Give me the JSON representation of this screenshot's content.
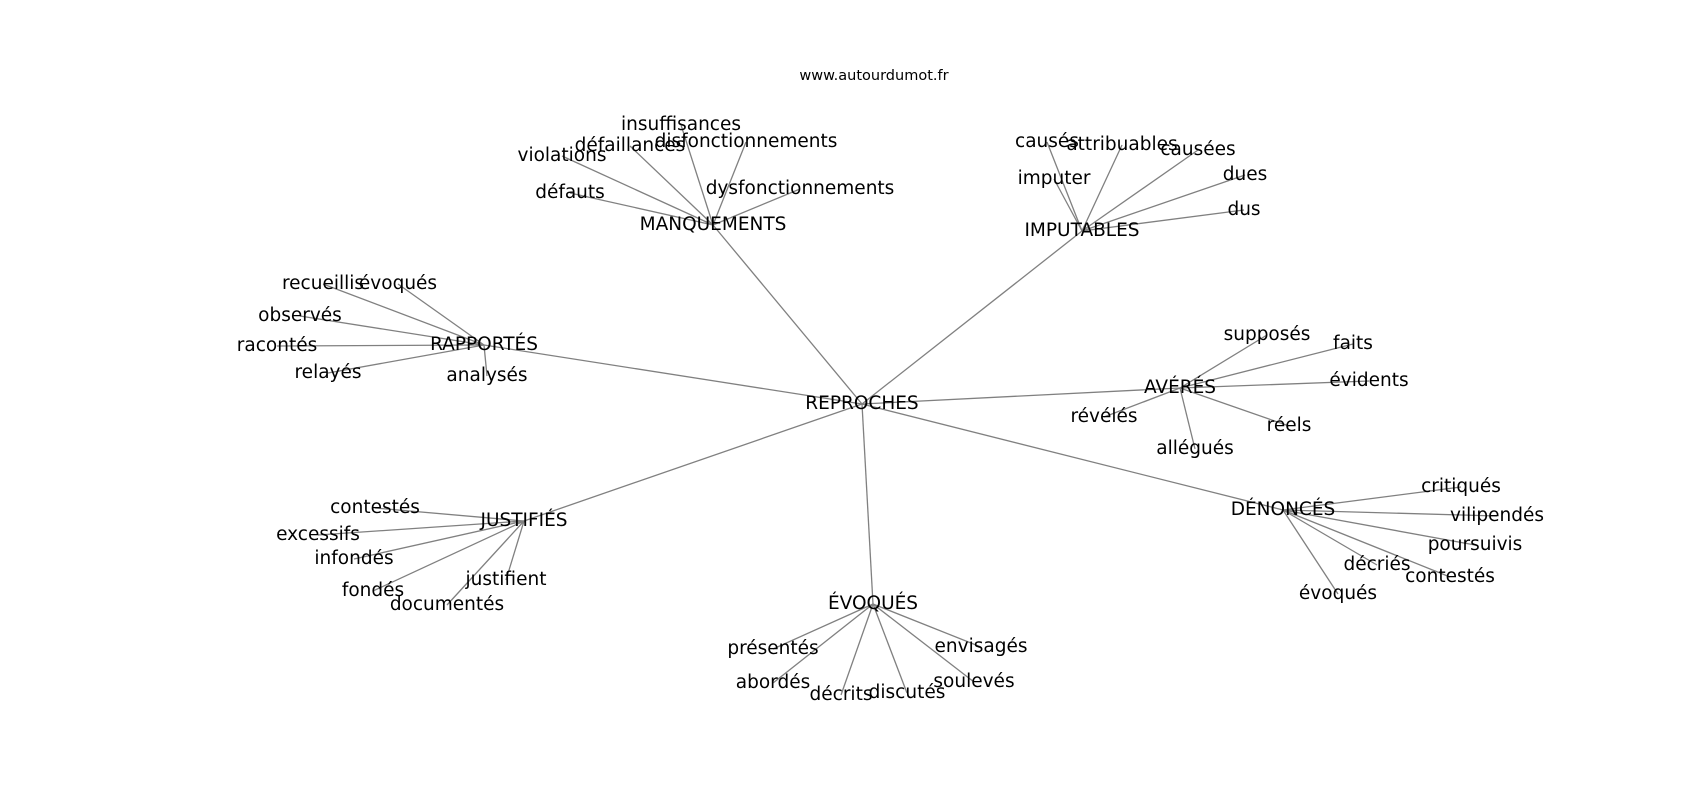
{
  "source_label": "www.autourdumot.fr",
  "colors": {
    "edge": "#808080",
    "text": "#000000",
    "background": "#ffffff"
  },
  "graph": {
    "center": "REPROCHES",
    "groups": [
      {
        "id": "manquements",
        "label": "MANQUEMENTS",
        "words": [
          "insuffisances",
          "violations",
          "défaillances",
          "disfonctionnements",
          "défauts",
          "dysfonctionnements"
        ]
      },
      {
        "id": "imputables",
        "label": "IMPUTABLES",
        "words": [
          "causés",
          "attribuables",
          "causées",
          "imputer",
          "dues",
          "dus"
        ]
      },
      {
        "id": "rapportes",
        "label": "RAPPORTÉS",
        "words": [
          "recueillis",
          "évoqués",
          "observés",
          "racontés",
          "relayés",
          "analysés"
        ]
      },
      {
        "id": "averes",
        "label": "AVÉRÉS",
        "words": [
          "supposés",
          "faits",
          "évidents",
          "révélés",
          "réels",
          "allégués"
        ]
      },
      {
        "id": "justifies",
        "label": "JUSTIFIÉS",
        "words": [
          "contestés",
          "excessifs",
          "infondés",
          "justifient",
          "fondés",
          "documentés"
        ]
      },
      {
        "id": "denonces",
        "label": "DÉNONCÉS",
        "words": [
          "critiqués",
          "vilipendés",
          "poursuivis",
          "décriés",
          "contestés",
          "évoqués"
        ]
      },
      {
        "id": "evoques",
        "label": "ÉVOQUÉS",
        "words": [
          "présentés",
          "envisagés",
          "abordés",
          "soulevés",
          "décrits",
          "discutés"
        ]
      }
    ]
  }
}
